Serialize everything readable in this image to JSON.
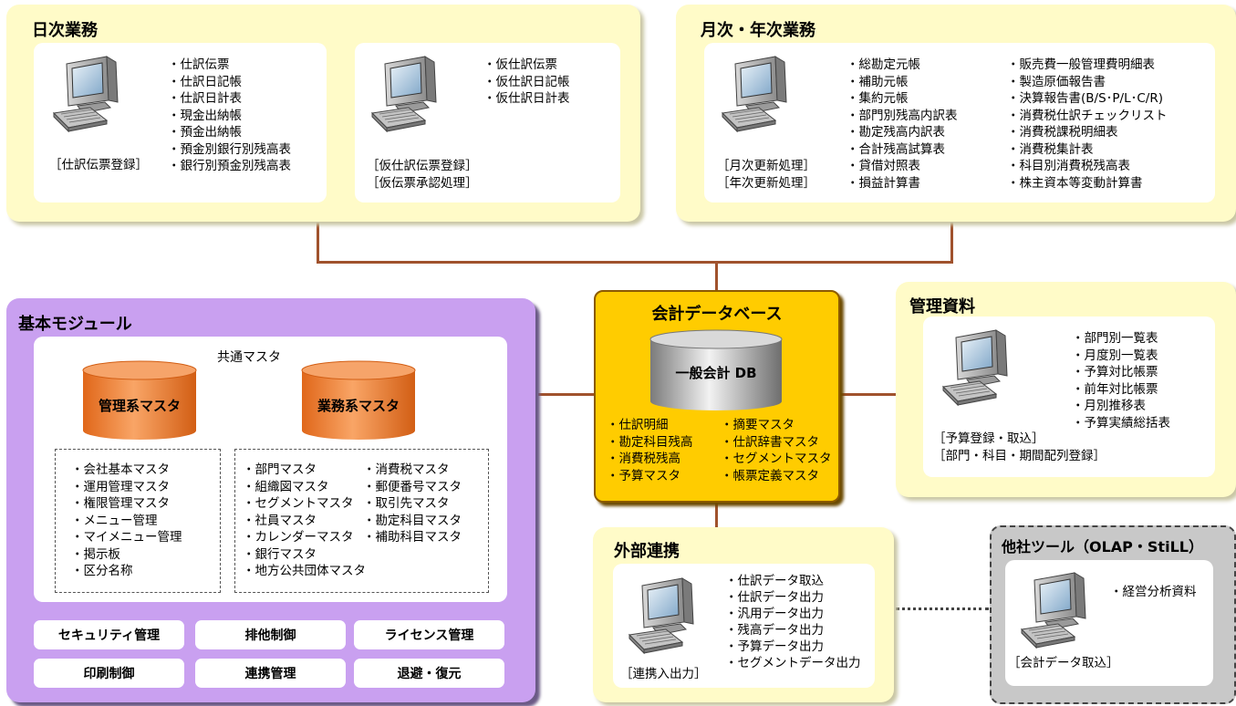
{
  "daily": {
    "title": "日次業務",
    "card1": {
      "items": [
        "仕訳伝票",
        "仕訳日記帳",
        "仕訳日計表",
        "現金出納帳",
        "預金出納帳",
        "預金別銀行別残高表",
        "銀行別預金別残高表"
      ],
      "captions": [
        "仕訳伝票登録"
      ]
    },
    "card2": {
      "items": [
        "仮仕訳伝票",
        "仮仕訳日記帳",
        "仮仕訳日計表"
      ],
      "captions": [
        "仮仕訳伝票登録",
        "仮伝票承認処理"
      ]
    }
  },
  "monthly": {
    "title": "月次・年次業務",
    "items_col1": [
      "総勘定元帳",
      "補助元帳",
      "集約元帳",
      "部門別残高内訳表",
      "勘定残高内訳表",
      "合計残高試算表",
      "貸借対照表",
      "損益計算書"
    ],
    "items_col2": [
      "販売費一般管理費明細表",
      "製造原価報告書",
      "決算報告書(B/S･P/L･C/R)",
      "消費税仕訳チェックリスト",
      "消費税課税明細表",
      "消費税集計表",
      "科目別消費税残高表",
      "株主資本等変動計算書"
    ],
    "captions": [
      "月次更新処理",
      "年次更新処理"
    ]
  },
  "db": {
    "title": "会計データベース",
    "cylinder_label": "一般会計 DB",
    "items_col1": [
      "仕訳明細",
      "勘定科目残高",
      "消費税残高",
      "予算マスタ"
    ],
    "items_col2": [
      "摘要マスタ",
      "仕訳辞書マスタ",
      "セグメントマスタ",
      "帳票定義マスタ"
    ]
  },
  "management": {
    "title": "管理資料",
    "items": [
      "部門別一覧表",
      "月度別一覧表",
      "予算対比帳票",
      "前年対比帳票",
      "月別推移表",
      "予算実績総括表"
    ],
    "captions": [
      "予算登録・取込",
      "部門・科目・期間配列登録"
    ]
  },
  "basic": {
    "title": "基本モジュール",
    "common_master": "共通マスタ",
    "cyl_left": "管理系マスタ",
    "cyl_right": "業務系マスタ",
    "left_items": [
      "会社基本マスタ",
      "運用管理マスタ",
      "権限管理マスタ",
      "メニュー管理",
      "マイメニュー管理",
      "掲示板",
      "区分名称"
    ],
    "right_col1": [
      "部門マスタ",
      "組織図マスタ",
      "セグメントマスタ",
      "社員マスタ",
      "カレンダーマスタ",
      "銀行マスタ",
      "地方公共団体マスタ"
    ],
    "right_col2": [
      "消費税マスタ",
      "郵便番号マスタ",
      "取引先マスタ",
      "勘定科目マスタ",
      "補助科目マスタ"
    ],
    "buttons": [
      "セキュリティ管理",
      "排他制御",
      "ライセンス管理",
      "印刷制御",
      "連携管理",
      "退避・復元"
    ]
  },
  "external": {
    "title": "外部連携",
    "items": [
      "仕訳データ取込",
      "仕訳データ出力",
      "汎用データ出力",
      "残高データ出力",
      "予算データ出力",
      "セグメントデータ出力"
    ],
    "captions": [
      "連携入出力"
    ]
  },
  "other": {
    "title": "他社ツール（OLAP・StiLL）",
    "items": [
      "経営分析資料"
    ],
    "captions": [
      "会計データ取込"
    ]
  },
  "colors": {
    "yellow_panel": "#fffbc8",
    "purple_panel": "#c9a0f0",
    "db_panel": "#ffcc00",
    "orange_cylinder": "#f08a3c",
    "connector": "#a0522d"
  }
}
